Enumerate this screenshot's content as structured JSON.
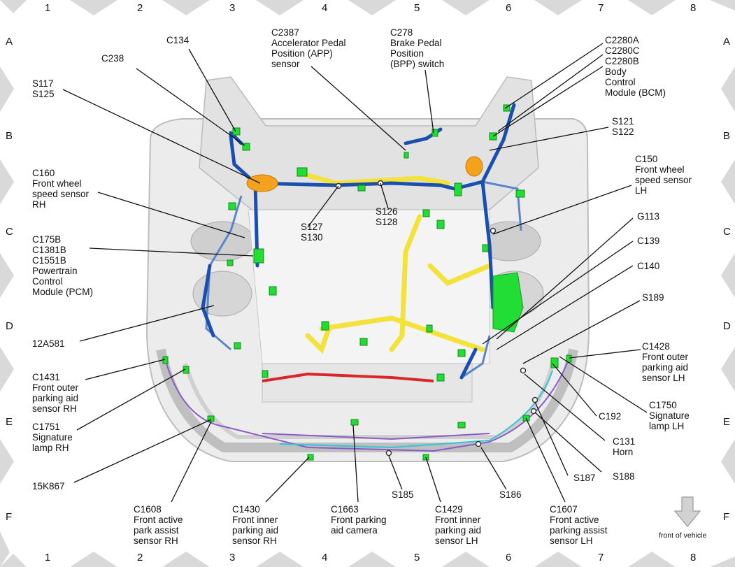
{
  "grid": {
    "columns": [
      "1",
      "2",
      "3",
      "4",
      "5",
      "6",
      "7",
      "8"
    ],
    "rows": [
      "A",
      "B",
      "C",
      "D",
      "E",
      "F"
    ]
  },
  "front_of_vehicle": "front of vehicle",
  "labels": {
    "c134": "C134",
    "c238": "C238",
    "s117": "S117\nS125",
    "c2387": "C2387\nAccelerator Pedal\nPosition (APP)\nsensor",
    "c278": "C278\nBrake Pedal\nPosition\n(BPP) switch",
    "c2280": "C2280A\nC2280C\nC2280B\nBody\nControl\nModule (BCM)",
    "s121": "S121\nS122",
    "c160": "C160\nFront wheel\nspeed sensor\nRH",
    "c150": "C150\nFront wheel\nspeed sensor\nLH",
    "s127": "S127\nS130",
    "s126": "S126\nS128",
    "c175b": "C175B\nC1381B\nC1551B\nPowertrain\nControl\nModule (PCM)",
    "g113": "G113",
    "c139": "C139",
    "c140": "C140",
    "s189": "S189",
    "a12a581": "12A581",
    "c1428": "C1428\nFront outer\nparking aid\nsensor LH",
    "c1431": "C1431\nFront outer\nparking aid\nsensor RH",
    "c1750": "C1750\nSignature\nlamp LH",
    "c192": "C192",
    "c1751": "C1751\nSignature\nlamp RH",
    "c131": "C131\nHorn",
    "a15k867": "15K867",
    "s187": "S187",
    "s188": "S188",
    "s185": "S185",
    "s186": "S186",
    "c1608": "C1608\nFront active\npark assist\nsensor RH",
    "c1430": "C1430\nFront inner\nparking aid\nsensor RH",
    "c1663": "C1663\nFront parking\naid camera",
    "c1429": "C1429\nFront inner\nparking aid\nsensor LH",
    "c1607": "C1607\nFront active\nparking assist\nsensor LH"
  },
  "colors": {
    "harness_blue": "#1a4fb0",
    "harness_light_blue": "#5b86c9",
    "harness_yellow": "#f2e23a",
    "harness_red": "#d8262a",
    "harness_purple": "#8a5cc7",
    "harness_cyan": "#35c4d6",
    "connector_green": "#22dd33",
    "splice_orange": "#f4a21c",
    "body_gray": "#d4d4d4"
  }
}
